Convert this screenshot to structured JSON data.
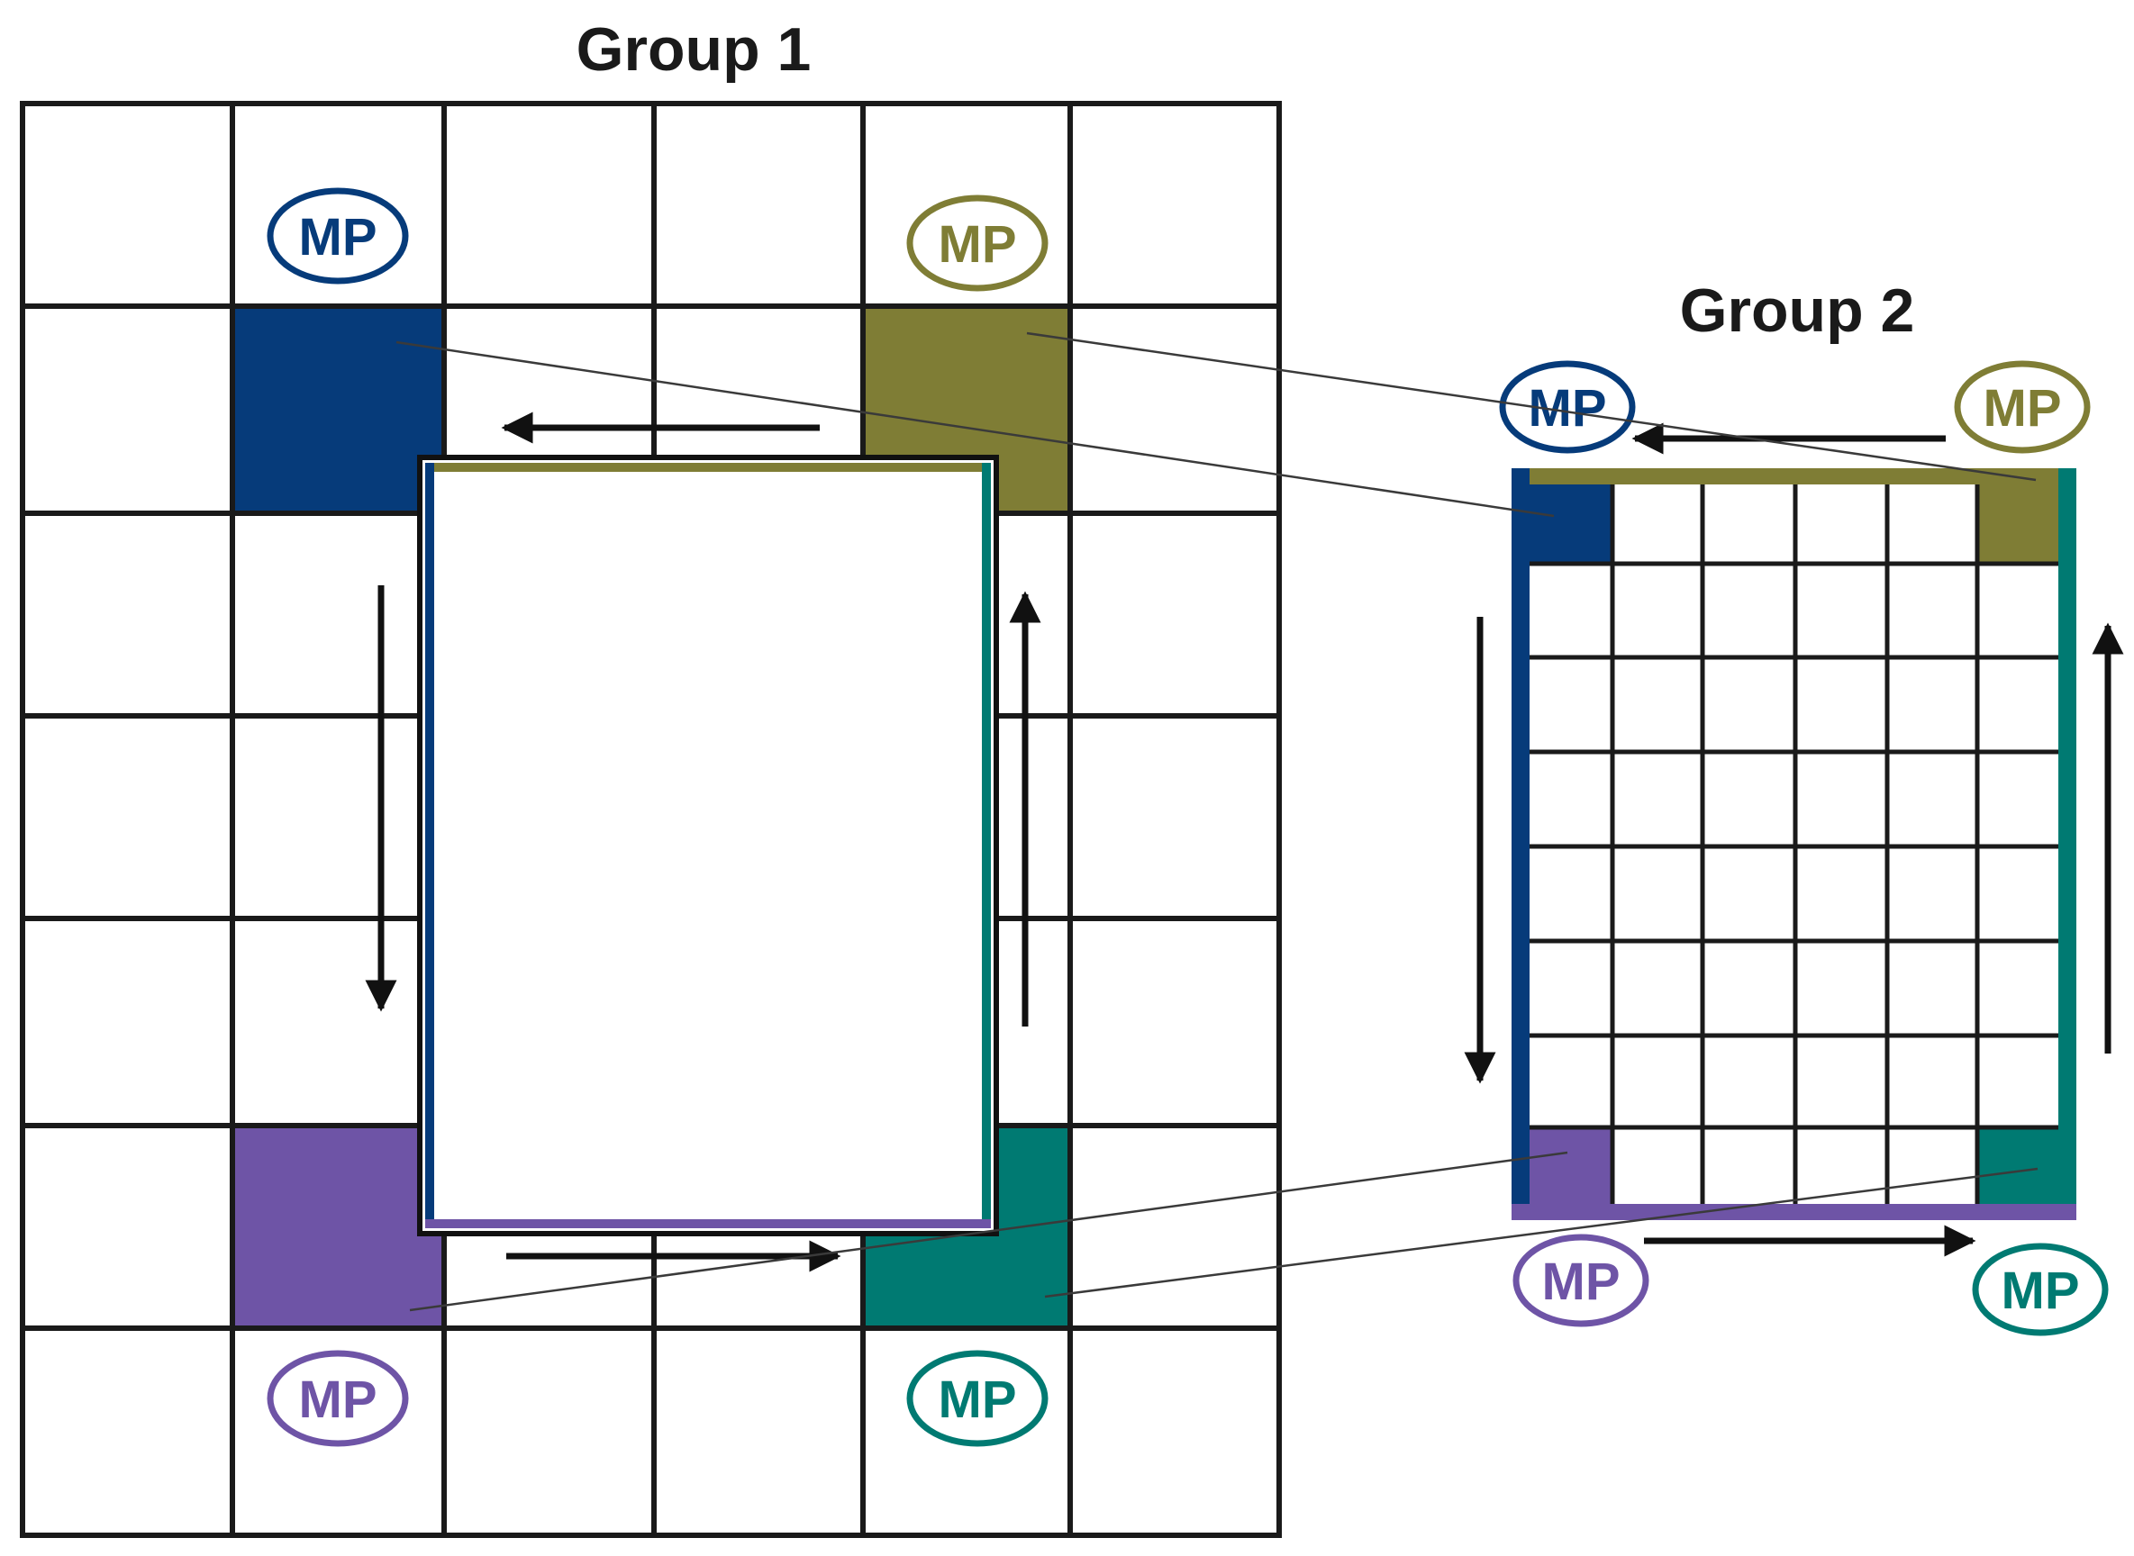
{
  "colors": {
    "blue": "#063b7a",
    "olive": "#7f7d35",
    "purple": "#6e54a6",
    "teal": "#007a72",
    "grid": "#1a1a1a",
    "connector": "#3a3a3a"
  },
  "group1": {
    "title": "Group 1",
    "mp_labels": {
      "blue": "MP",
      "olive": "MP",
      "purple": "MP",
      "teal": "MP"
    }
  },
  "group2": {
    "title": "Group 2",
    "mp_labels": {
      "blue": "MP",
      "olive": "MP",
      "purple": "MP",
      "teal": "MP"
    }
  }
}
